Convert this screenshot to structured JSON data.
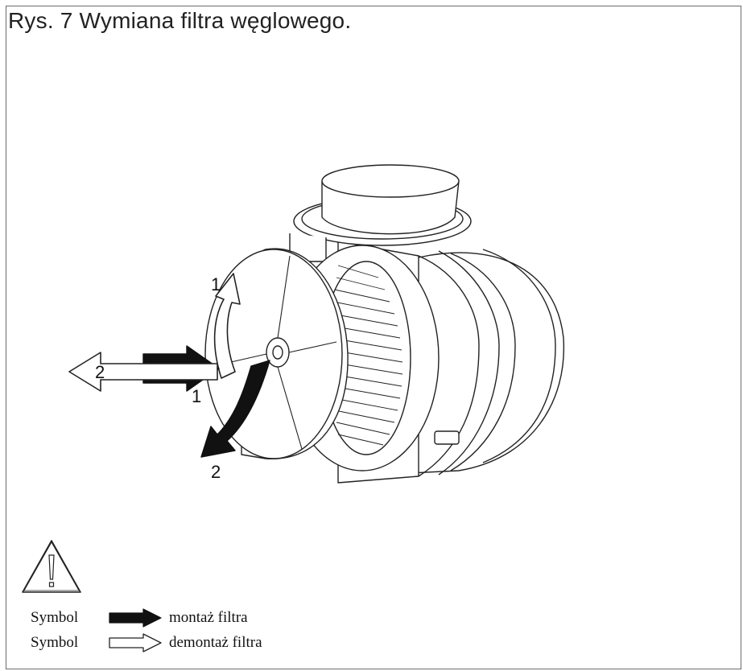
{
  "figure": {
    "title": "Rys. 7 Wymiana filtra węglowego."
  },
  "callouts": [
    {
      "id": "rotate-open",
      "text": "1"
    },
    {
      "id": "pull-out",
      "text": "2"
    },
    {
      "id": "push-in",
      "text": "1"
    },
    {
      "id": "rotate-lock",
      "text": "2"
    }
  ],
  "warning": {
    "icon": "warning-triangle-icon"
  },
  "legend": {
    "items": [
      {
        "symbol_label": "Symbol",
        "arrow": "filled",
        "text": "montaż filtra",
        "color": "#111111"
      },
      {
        "symbol_label": "Symbol",
        "arrow": "outline",
        "text": "demontaż filtra",
        "color": "#ffffff"
      }
    ]
  }
}
